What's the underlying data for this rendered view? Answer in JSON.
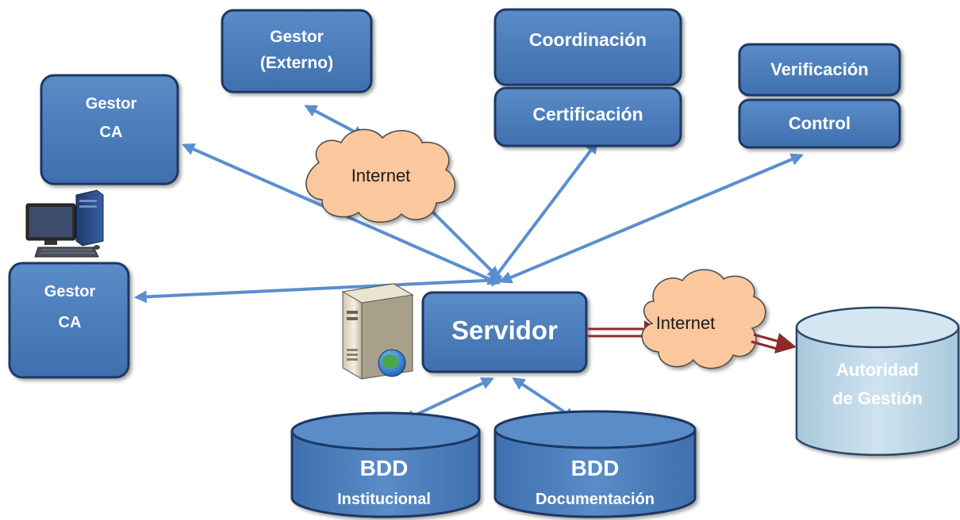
{
  "colors": {
    "box_fill": "#4f81bd",
    "box_stroke": "#1f3864",
    "arrow": "#5b8ed0",
    "cloud_fill": "#fbc79c",
    "red_arrow": "#8e2a2a",
    "autoridad_fill": "#bcd6e6"
  },
  "nodes": {
    "gestor_externo": {
      "line1": "Gestor",
      "line2": "(Externo)"
    },
    "coordinacion": {
      "label": "Coordinación"
    },
    "certificacion": {
      "label": "Certificación"
    },
    "verificacion": {
      "label": "Verificación"
    },
    "control": {
      "label": "Control"
    },
    "gestor_ca_top": {
      "line1": "Gestor",
      "line2": "CA"
    },
    "gestor_ca_left": {
      "line1": "Gestor",
      "line2": "CA"
    },
    "servidor": {
      "label": "Servidor"
    },
    "internet_top": {
      "label": "Internet"
    },
    "internet_right": {
      "label": "Internet"
    },
    "autoridad": {
      "line1": "Autoridad",
      "line2": "de Gestión"
    },
    "bdd_institucional": {
      "line1": "BDD",
      "line2": "Institucional"
    },
    "bdd_documentacion": {
      "line1": "BDD",
      "line2": "Documentación"
    }
  },
  "icons": [
    "desktop-computer-icon",
    "web-server-icon"
  ]
}
